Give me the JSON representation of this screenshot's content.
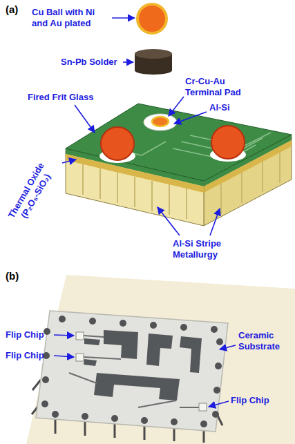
{
  "diagram": {
    "labels": [
      "(a)",
      "Cu Ball with Ni and Au plated",
      "Sn-Pb Solder",
      "Cr-Cu-Au Terminal Pad",
      "Fired Frit Glass",
      "Al-Si",
      "Thermal Oxide (P₂O₅-SiO₂)",
      "Al-Si Stripe Metallurgy",
      "(b)",
      "Flip Chip",
      "Flip Chip",
      "Ceramic Substrate",
      "Flip Chip"
    ]
  }
}
